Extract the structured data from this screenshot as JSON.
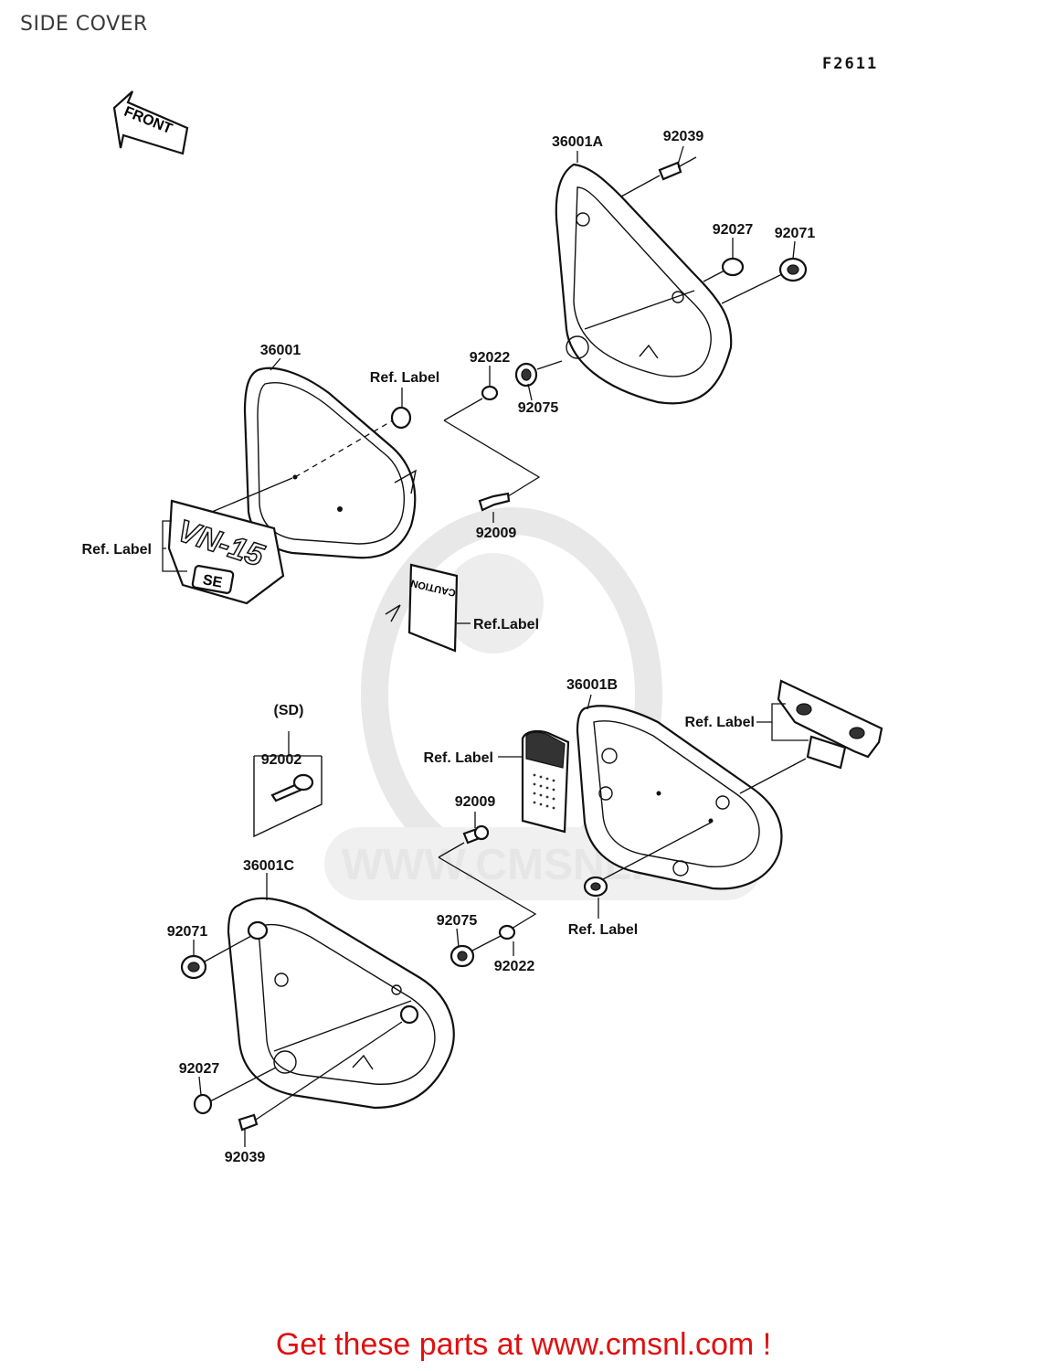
{
  "title": "SIDE COVER",
  "figure_code": "F2611",
  "footer": "Get these parts at www.cmsnl.com !",
  "watermark": "WWW.CMSNL.COM",
  "front_arrow_label": "FRONT",
  "emblem": {
    "model": "VN-15",
    "badge": "SE"
  },
  "caution_label_text": "CAUTION",
  "callouts": {
    "p36001A": "36001A",
    "p92039_top": "92039",
    "p92027_top": "92027",
    "p92071_top": "92071",
    "p36001": "36001",
    "ref_label_1": "Ref. Label",
    "p92022_top": "92022",
    "p92075_top": "92075",
    "ref_label_2": "Ref. Label",
    "p92009_top": "92009",
    "ref_label_3": "Ref.Label",
    "sd": "(SD)",
    "p92002": "92002",
    "p36001B": "36001B",
    "ref_label_4": "Ref. Label",
    "ref_label_5": "Ref. Label",
    "p92009_bottom": "92009",
    "p36001C": "36001C",
    "p92071_bottom": "92071",
    "p92075_bottom": "92075",
    "p92022_bottom": "92022",
    "ref_label_6": "Ref. Label",
    "p92027_bottom": "92027",
    "p92039_bottom": "92039"
  }
}
